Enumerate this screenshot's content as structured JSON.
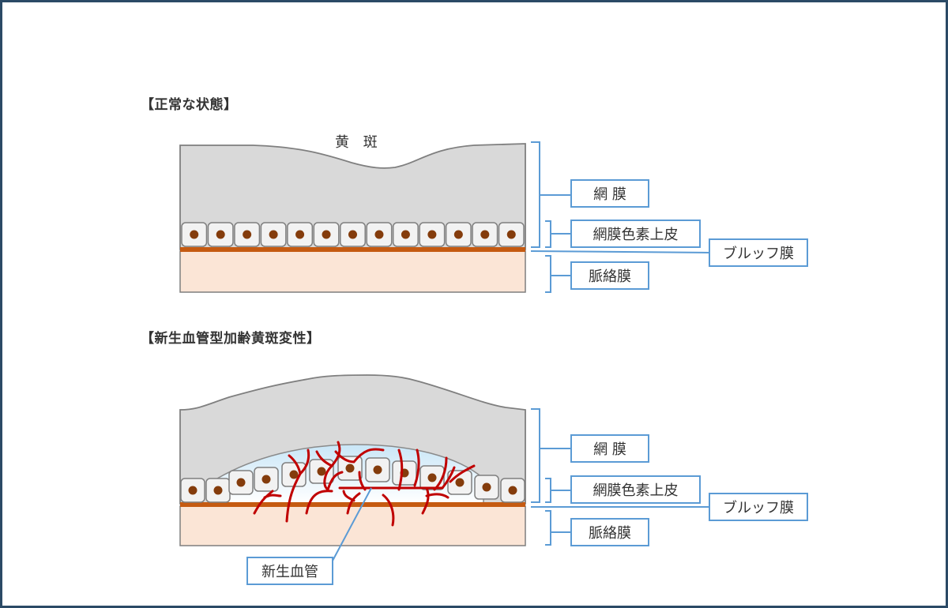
{
  "sections": {
    "normal": {
      "heading": "【正常な状態】",
      "macula_label": "黄 斑",
      "labels": {
        "retina": "網 膜",
        "rpe": "網膜色素上皮",
        "bruch": "ブルッフ膜",
        "choroid": "脈絡膜"
      },
      "cell_count": 13
    },
    "amd": {
      "heading": "【新生血管型加齢黄斑変性】",
      "labels": {
        "retina": "網 膜",
        "rpe": "網膜色素上皮",
        "bruch": "ブルッフ膜",
        "choroid": "脈絡膜",
        "neovascular": "新生血管"
      },
      "cell_count": 13
    }
  },
  "colors": {
    "frame_border": "#2b4a66",
    "retina_fill": "#d9d9d9",
    "outline": "#7f7f7f",
    "cell_fill": "#f2f2f2",
    "nucleus": "#843c0c",
    "bruch": "#c55a11",
    "choroid": "#fbe5d6",
    "fluid": "#ddeefa",
    "vessel": "#c00000",
    "label_border": "#5b9bd5"
  }
}
